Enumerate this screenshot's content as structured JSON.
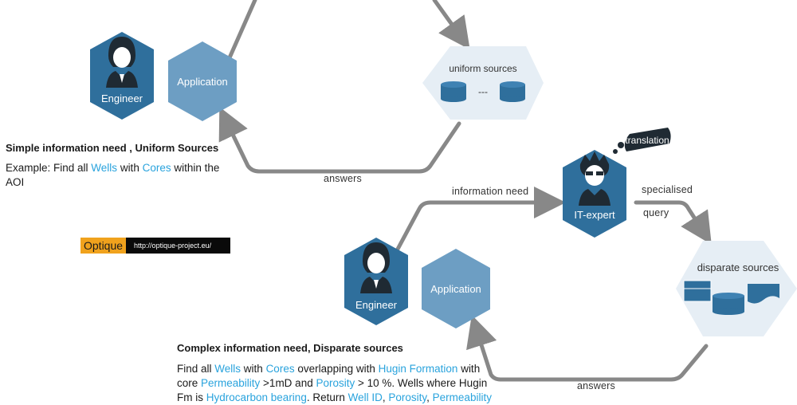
{
  "colors": {
    "engineer_hex": "#2f6f9c",
    "application_hex": "#6d9ec3",
    "source_hex": "#e6eef5",
    "cylinder": "#2f6f9c",
    "arrow": "#888888",
    "highlight": "#29a3dd"
  },
  "top": {
    "engineer_label": "Engineer",
    "application_label": "Application",
    "sources_label": "uniform sources",
    "sources_dashes": "---",
    "answers_label": "answers",
    "heading": "Simple information need , Uniform Sources",
    "example_parts": [
      {
        "text": "Example: Find all ",
        "hl": false
      },
      {
        "text": "Wells",
        "hl": true
      },
      {
        "text": " with ",
        "hl": false
      },
      {
        "text": "Cores",
        "hl": true
      },
      {
        "text": " within the AOI",
        "hl": false
      }
    ]
  },
  "optique": {
    "brand": "Optique",
    "url": "http://optique-project.eu/"
  },
  "bottom": {
    "info_need_label": "information need",
    "it_expert_label": "IT-expert",
    "translation_label": "translation",
    "specialised_label": "specialised",
    "query_label": "query",
    "sources_label": "disparate sources",
    "engineer_label": "Engineer",
    "application_label": "Application",
    "answers_label": "answers",
    "heading": "Complex information need, Disparate sources",
    "paragraph_parts": [
      {
        "text": "Find all ",
        "hl": false
      },
      {
        "text": "Wells",
        "hl": true
      },
      {
        "text": " with ",
        "hl": false
      },
      {
        "text": "Cores",
        "hl": true
      },
      {
        "text": " overlapping with ",
        "hl": false
      },
      {
        "text": "Hugin Formation",
        "hl": true
      },
      {
        "text": " with core ",
        "hl": false
      },
      {
        "text": "Permeability",
        "hl": true
      },
      {
        "text": " >1mD and ",
        "hl": false
      },
      {
        "text": "Porosity",
        "hl": true
      },
      {
        "text": " > 10 %. Wells where Hugin Fm is ",
        "hl": false
      },
      {
        "text": "Hydrocarbon bearing",
        "hl": true
      },
      {
        "text": ". Return ",
        "hl": false
      },
      {
        "text": "Well ID",
        "hl": true
      },
      {
        "text": ", ",
        "hl": false
      },
      {
        "text": "Porosity",
        "hl": true
      },
      {
        "text": ", ",
        "hl": false
      },
      {
        "text": "Permeability",
        "hl": true
      }
    ]
  }
}
